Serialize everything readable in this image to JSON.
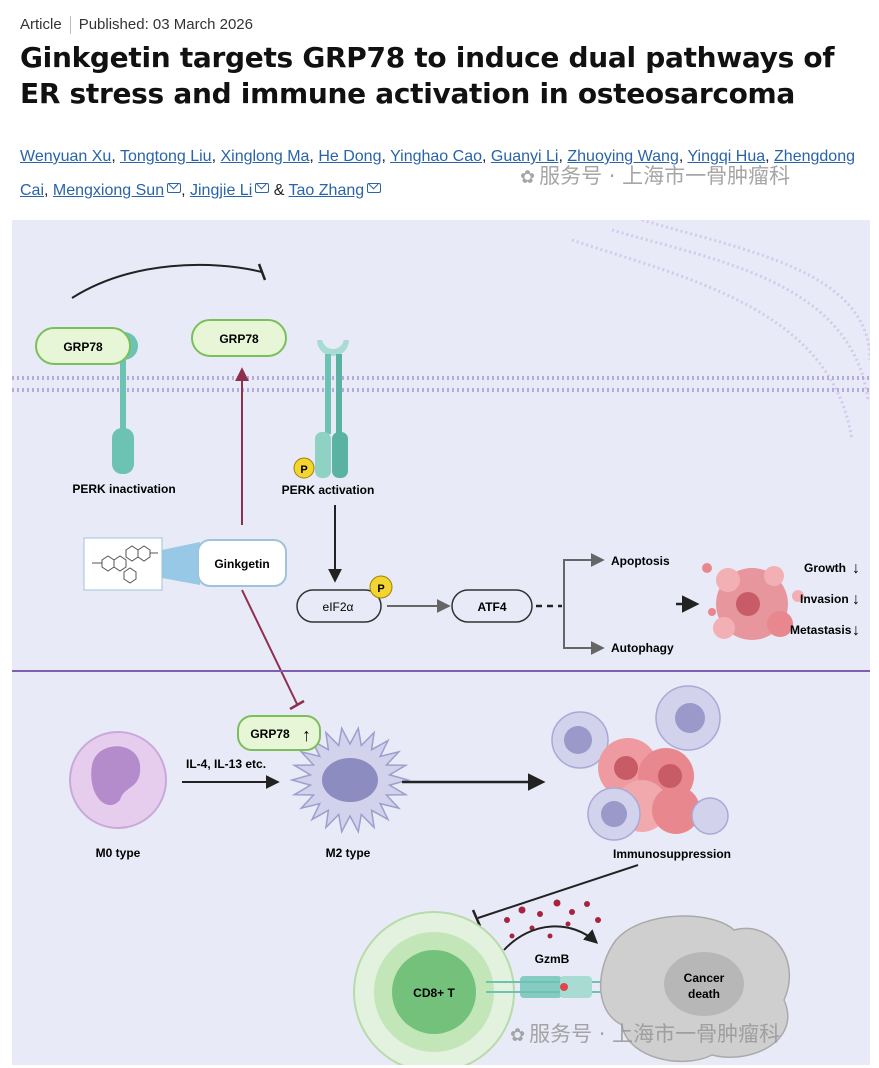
{
  "article": {
    "type_label": "Article",
    "published": "Published: 03 March 2026",
    "title": "Ginkgetin targets GRP78 to induce dual pathways of ER stress and immune activation in osteosarcoma"
  },
  "authors": [
    {
      "name": "Wenyuan Xu",
      "mail": false
    },
    {
      "name": "Tongtong Liu",
      "mail": false
    },
    {
      "name": "Xinglong Ma",
      "mail": false
    },
    {
      "name": "He Dong",
      "mail": false
    },
    {
      "name": "Yinghao Cao",
      "mail": false
    },
    {
      "name": "Guanyi Li",
      "mail": false
    },
    {
      "name": "Zhuoying Wang",
      "mail": false
    },
    {
      "name": "Yingqi Hua",
      "mail": false
    },
    {
      "name": "Zhengdong Cai",
      "mail": false
    },
    {
      "name": "Mengxiong Sun",
      "mail": true
    },
    {
      "name": "Jingjie Li",
      "mail": true
    },
    {
      "name": "Tao Zhang",
      "mail": true
    }
  ],
  "watermark": {
    "text": "服务号 · 上海市一骨肿瘤科",
    "icon": "wechat-icon"
  },
  "figure": {
    "grp78_left": "GRP78",
    "grp78_released": "GRP78",
    "perk_inactivation": "PERK inactivation",
    "perk_activation": "PERK  activation",
    "p_badge": "P",
    "ginkgetin": "Ginkgetin",
    "eif2a": "eIF2α",
    "atf4": "ATF4",
    "apoptosis": "Apoptosis",
    "autophagy": "Autophagy",
    "growth": "Growth",
    "invasion": "Invasion",
    "metastasis": "Metastasis",
    "down_arrow": "↓",
    "up_arrow": "↑",
    "grp78_m2": "GRP78",
    "il_label": "IL-4, IL-13 etc.",
    "m0": "M0 type",
    "m2": "M2 type",
    "immunosuppression": "Immunosuppression",
    "cd8": "CD8+ T",
    "gzmb": "GzmB",
    "cancer_line1": "Cancer",
    "cancer_line2": "death"
  },
  "colors": {
    "link": "#2a64a8",
    "figure_bg": "#e9eaf7",
    "membrane": "#b9a9dc",
    "divider": "#7f5fb0",
    "teal": "#6cc3b3",
    "grp78_fill": "#e7f6d6",
    "grp78_stroke": "#7bbf5a",
    "inhibit_arrow": "#8e2f4e",
    "p_badge": "#f4d430",
    "tumor": "#e8878d"
  }
}
